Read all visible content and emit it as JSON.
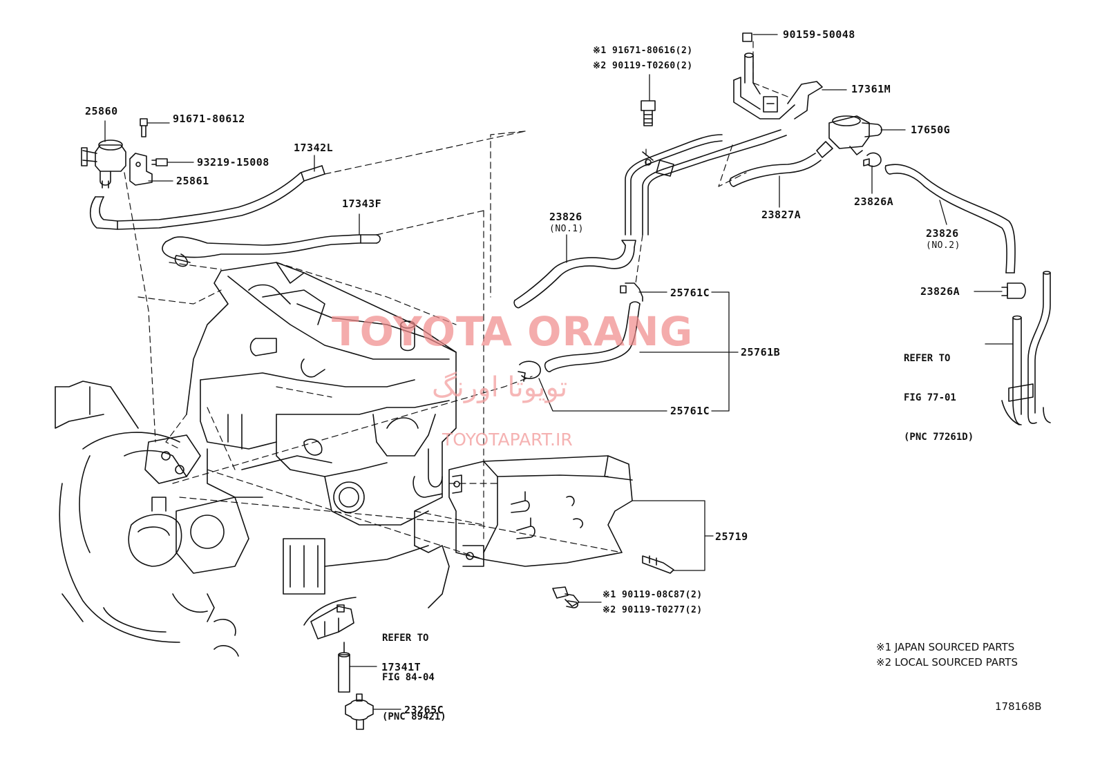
{
  "watermark": {
    "title": "TOYOTA ORANG",
    "persian": "تویوتا اورنگ",
    "url": "TOYOTAPART.IR"
  },
  "parts": {
    "p25860": "25860",
    "p91671_80612": "91671-80612",
    "p93219_15008": "93219-15008",
    "p25861": "25861",
    "p17342L": "17342L",
    "p17343F": "17343F",
    "p23826_no1": "23826",
    "p23826_no1_sub": "(NO.1)",
    "p_bolt_1": "※1 91671-80616(2)",
    "p_bolt_2": "※2 90119-T0260(2)",
    "p90159_50048": "90159-50048",
    "p17361M": "17361M",
    "p17650G": "17650G",
    "p23827A": "23827A",
    "p23826A_top": "23826A",
    "p23826_no2": "23826",
    "p23826_no2_sub": "(NO.2)",
    "p23826A_mid": "23826A",
    "p25761C_top": "25761C",
    "p25761B": "25761B",
    "p25761C_bot": "25761C",
    "p25719": "25719",
    "p_stud_1": "※1 90119-08C87(2)",
    "p_stud_2": "※2 90119-T0277(2)",
    "p17341T": "17341T",
    "p23265C": "23265C"
  },
  "refs": {
    "ref_77_line1": "REFER TO",
    "ref_77_line2": "FIG 77-01",
    "ref_77_line3": "(PNC 77261D)",
    "ref_84_line1": "REFER TO",
    "ref_84_line2": "FIG 84-04",
    "ref_84_line3": "(PNC 89421)"
  },
  "notes": {
    "note1": "※1 JAPAN SOURCED PARTS",
    "note2": "※2 LOCAL SOURCED PARTS",
    "diagram_id": "178168B"
  }
}
